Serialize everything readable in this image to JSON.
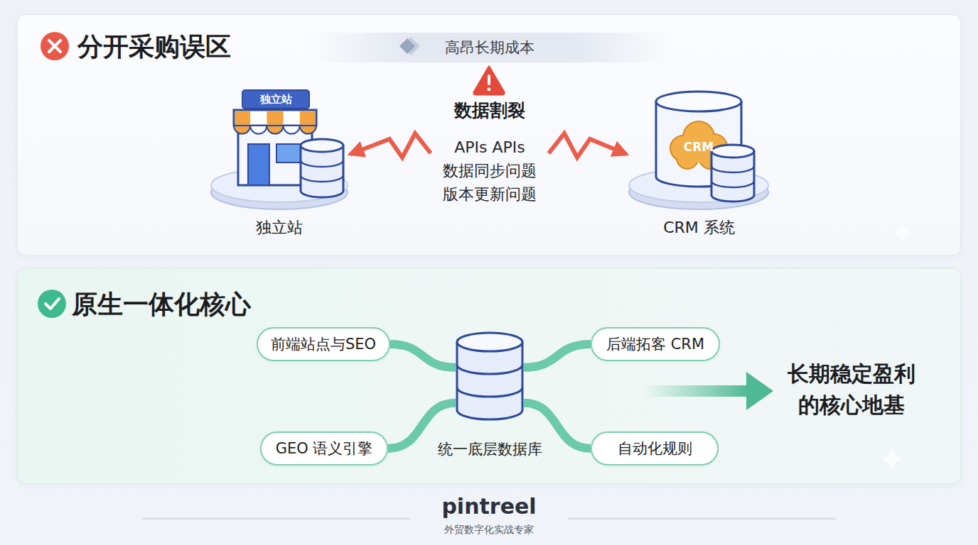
{
  "diagram": {
    "nodes": [
      {
        "text": [
          "分开采购误区"
        ]
      },
      {
        "text": [
          "高昂长期成本"
        ],
        "in": 0
      },
      {
        "text": [
          "独立站",
          "独立站"
        ],
        "in": 0
      },
      {
        "text": [
          "数据割裂",
          "APIs APIs 数据同步问题 版本更新问题"
        ],
        "in": 0
      },
      {
        "text": [
          "CRM",
          "CRM 系统"
        ],
        "in": 0
      },
      {
        "text": [
          "原生一体化核心"
        ]
      },
      {
        "text": [
          "前端站点与SEO"
        ],
        "in": 5
      },
      {
        "text": [
          "统一底层数据库"
        ],
        "in": 5
      },
      {
        "text": [
          "后端拓客 CRM"
        ],
        "in": 5
      },
      {
        "text": [
          "GEO 语义引擎"
        ],
        "in": 5
      },
      {
        "text": [
          "自动化规则"
        ],
        "in": 5
      }
    ],
    "edges": [
      {
        "from": 3,
        "to": 2,
        "arrow": "to"
      },
      {
        "from": 3,
        "to": 4,
        "arrow": "to"
      },
      {
        "from": 6,
        "to": 7,
        "arrow": "none"
      },
      {
        "from": 8,
        "to": 7,
        "arrow": "none"
      },
      {
        "from": 9,
        "to": 7,
        "arrow": "none"
      },
      {
        "from": 10,
        "to": 7,
        "arrow": "none"
      }
    ],
    "labels": [
      "长期稳定盈利 的核心地基",
      "pintreel",
      "外贸数字化实战专家"
    ]
  }
}
